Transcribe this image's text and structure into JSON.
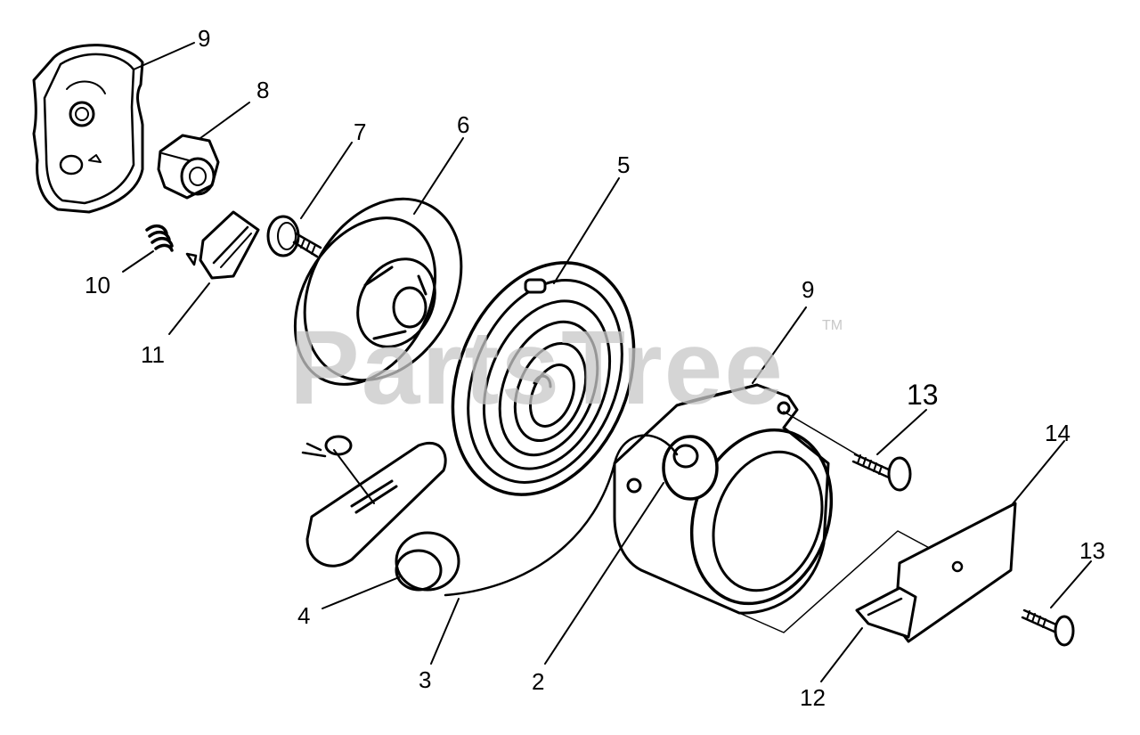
{
  "watermark": {
    "text": "PartsTree",
    "trademark": "TM"
  },
  "callouts": [
    {
      "id": "c9a",
      "text": "9"
    },
    {
      "id": "c8",
      "text": "8"
    },
    {
      "id": "c7",
      "text": "7"
    },
    {
      "id": "c6",
      "text": "6"
    },
    {
      "id": "c5",
      "text": "5"
    },
    {
      "id": "c10",
      "text": "10"
    },
    {
      "id": "c11",
      "text": "11"
    },
    {
      "id": "c9b",
      "text": "9"
    },
    {
      "id": "c13a",
      "text": "13"
    },
    {
      "id": "c14",
      "text": "14"
    },
    {
      "id": "c13b",
      "text": "13"
    },
    {
      "id": "c4",
      "text": "4"
    },
    {
      "id": "c3",
      "text": "3"
    },
    {
      "id": "c2",
      "text": "2"
    },
    {
      "id": "c12",
      "text": "12"
    }
  ]
}
